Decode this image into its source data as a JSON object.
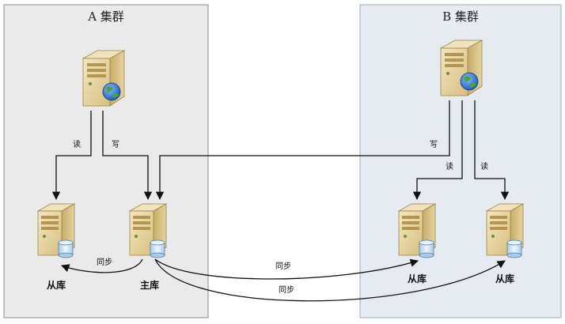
{
  "clusters": {
    "a": {
      "title": "A 集群"
    },
    "b": {
      "title": "B 集群"
    }
  },
  "nodes": {
    "a_slave": {
      "label": "从库"
    },
    "a_master": {
      "label": "主库"
    },
    "b_slave_1": {
      "label": "从库"
    },
    "b_slave_2": {
      "label": "从库"
    }
  },
  "edges": {
    "a_read": "读",
    "a_write": "写",
    "b_write": "写",
    "b_read_1": "读",
    "b_read_2": "读",
    "sync_a_slave": "同步",
    "sync_b_slave_1": "同步",
    "sync_b_slave_2": "同步"
  },
  "colors": {
    "cluster_a_fill": "#eaeaea",
    "cluster_a_border": "#8c8c8c",
    "cluster_b_fill": "#e6ebf1",
    "cluster_b_border": "#9aa8b8",
    "server_body": "#e9d9a9",
    "server_front": "#dcc587",
    "globe": "#2a6fd6",
    "database": "#cfe4f7"
  }
}
